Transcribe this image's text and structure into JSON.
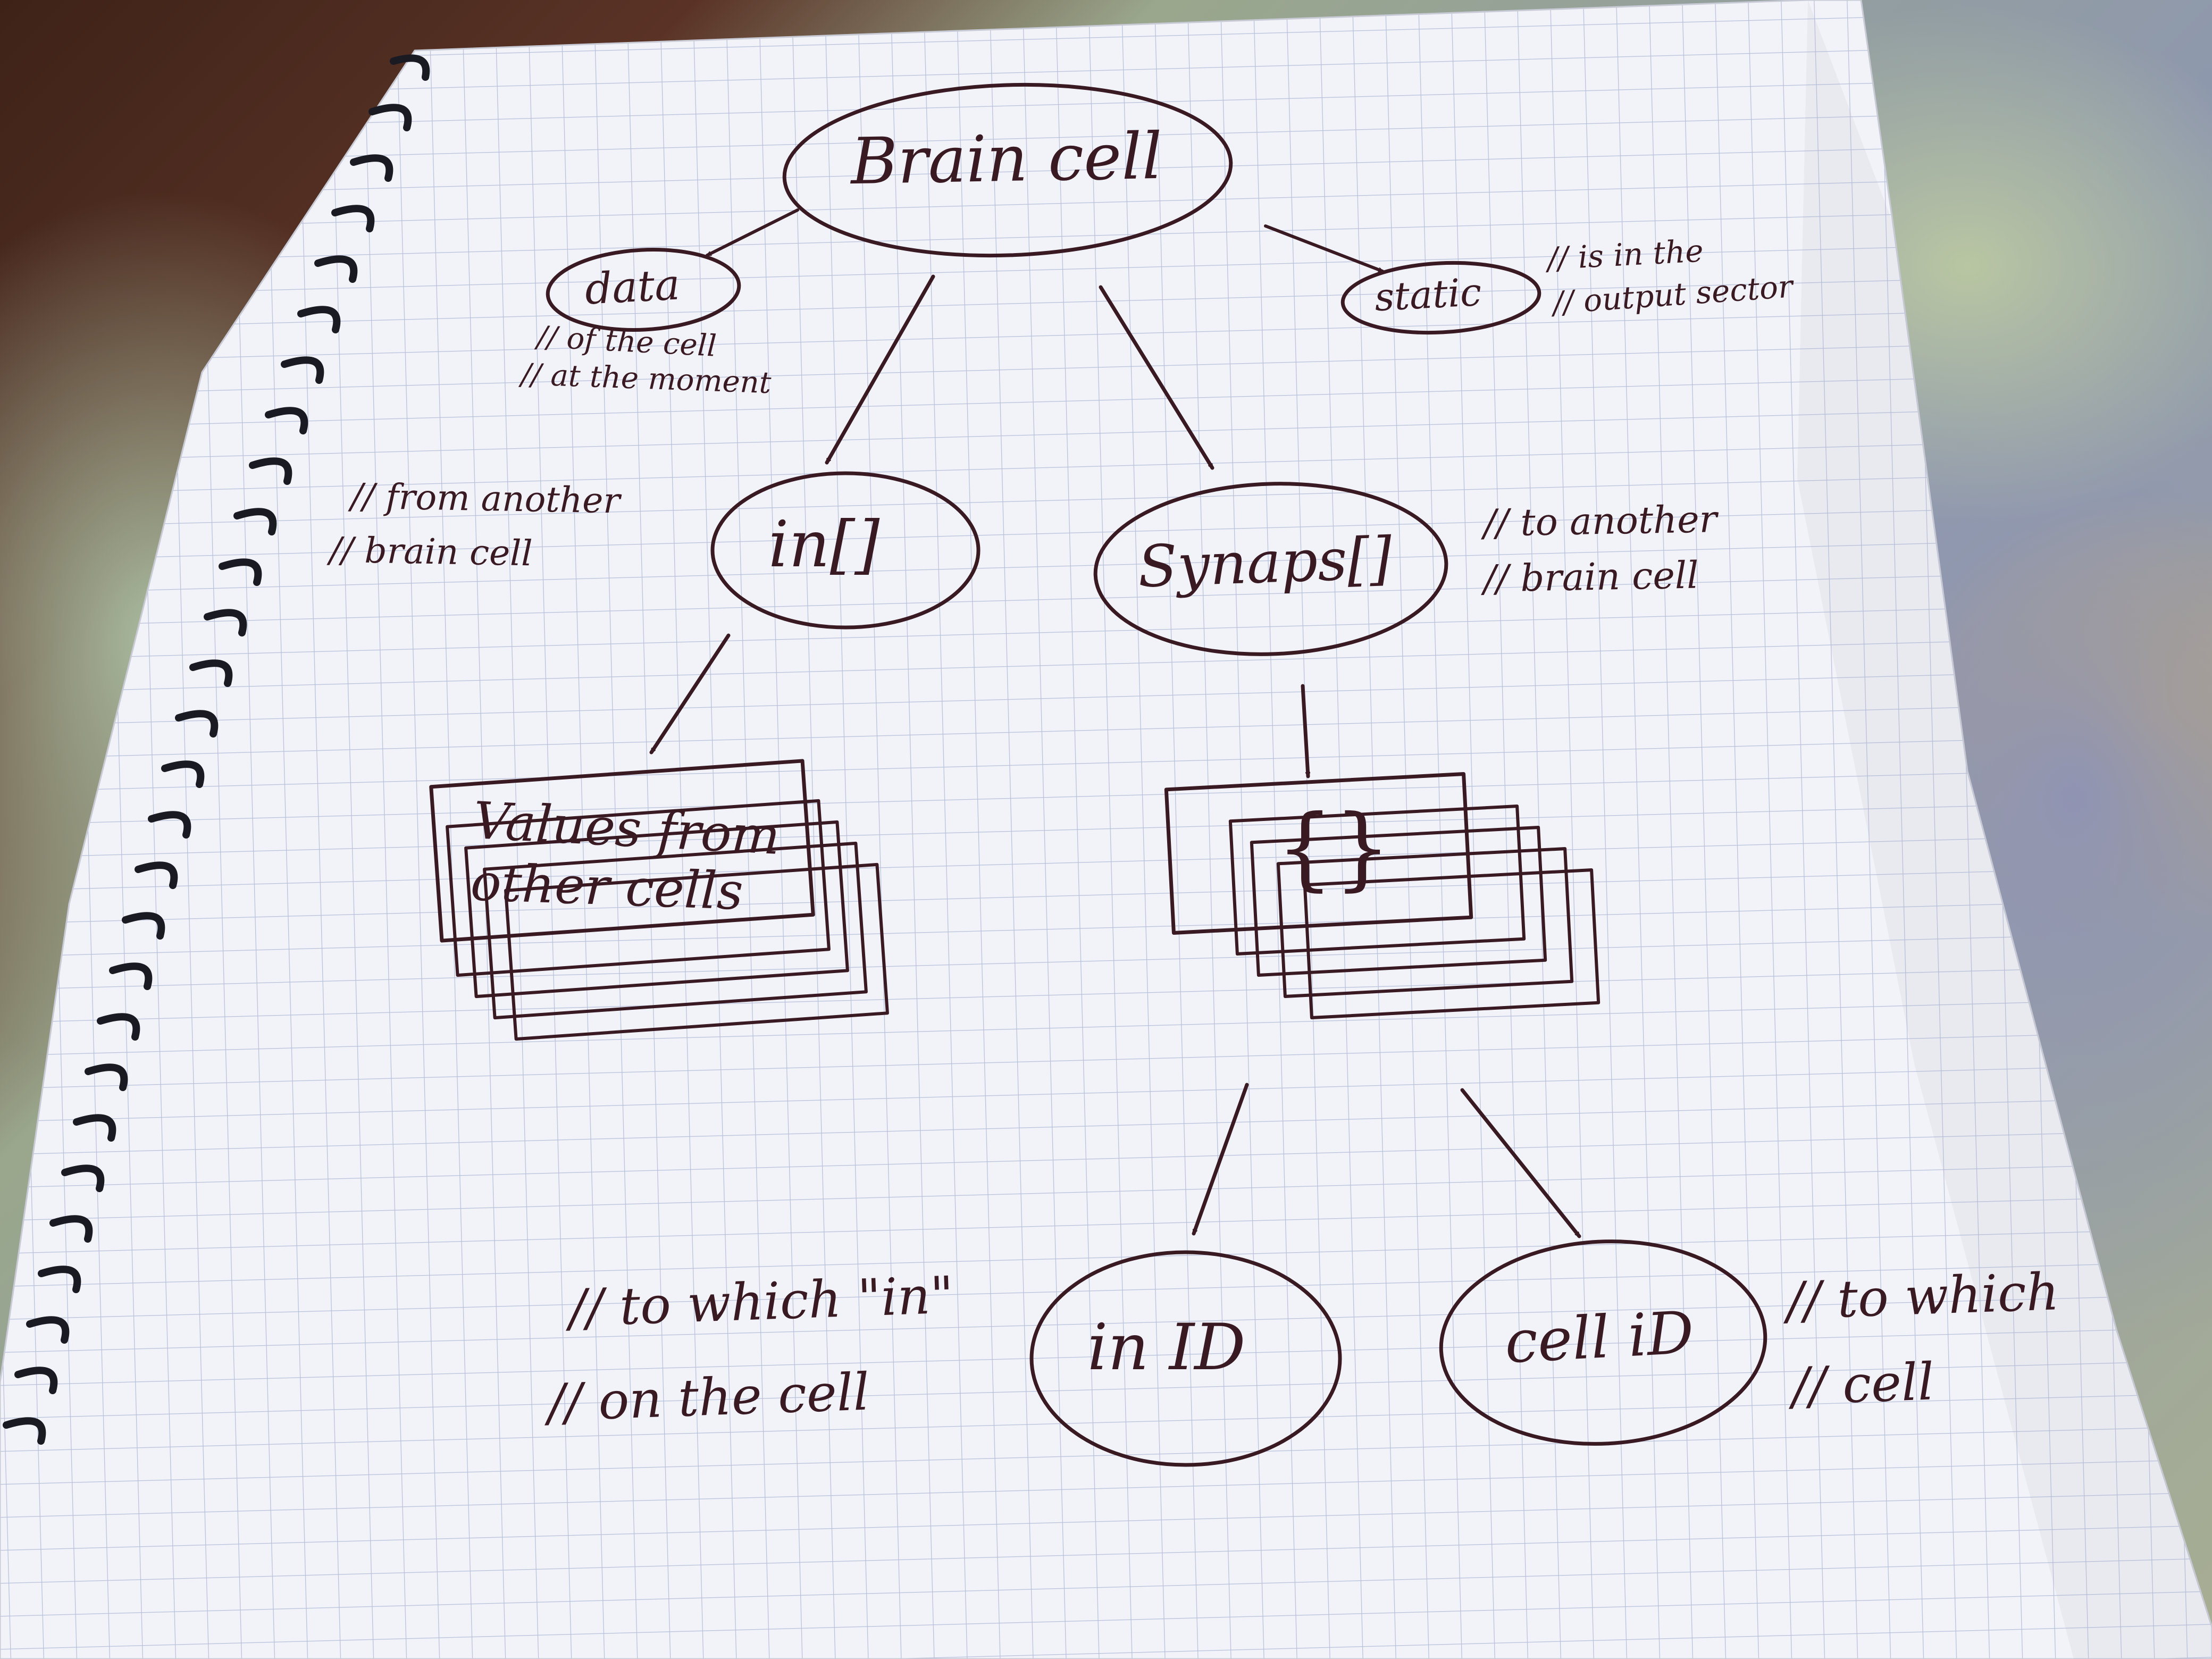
{
  "diagram": {
    "root": "Brain cell",
    "nodes": {
      "data": "data",
      "static": "static",
      "in": "in[]",
      "synaps": "Synaps[]",
      "values_line1": "Values from",
      "values_line2": "other cells",
      "braces": "{}",
      "in_id": "in ID",
      "cell_id": "cell iD"
    },
    "comments": {
      "data_1": "// of the cell",
      "data_2": "// at the moment",
      "static_1": "// is in the",
      "static_2": "// output sector",
      "in_1": "// from another",
      "in_2": "// brain cell",
      "synaps_1": "// to another",
      "synaps_2": "// brain cell",
      "in_id_1": "// to which \"in\"",
      "in_id_2": "// on the cell",
      "cell_id_1": "// to which",
      "cell_id_2": "// cell"
    }
  },
  "colors": {
    "ink": "#3a1a22",
    "paper": "#f3f4f8",
    "grid": "#b9c2dc"
  }
}
